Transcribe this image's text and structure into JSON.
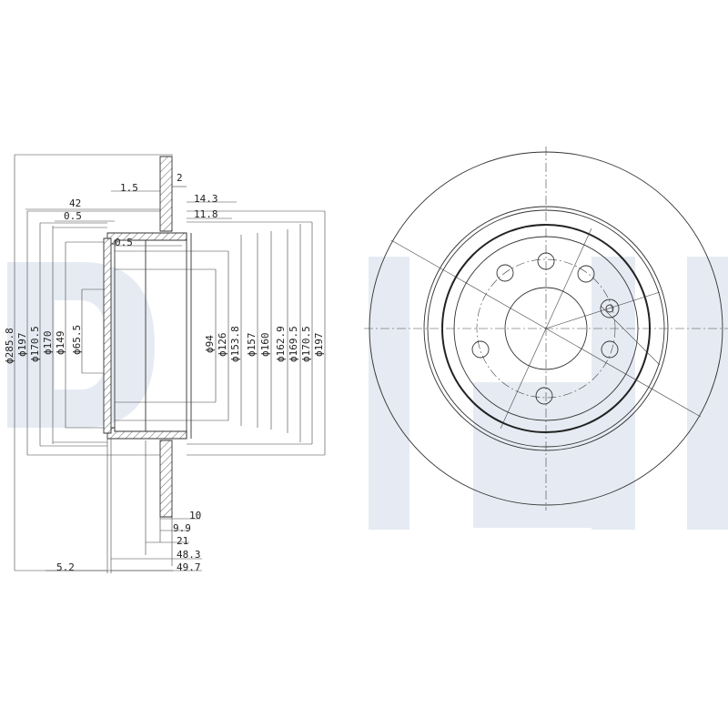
{
  "watermark": {
    "text": "Delphi",
    "color": "#e6ebf3"
  },
  "section_view": {
    "horizontal_dimensions": {
      "d_1_5": "1.5",
      "d_2": "2",
      "d_42": "42",
      "d_0_5_top": "0.5",
      "d_14_3": "14.3",
      "d_11_8": "11.8",
      "d_0_5_inner": "0.5",
      "d_10": "10",
      "d_9_9": "9.9",
      "d_21": "21",
      "d_48_3": "48.3",
      "d_49_7": "49.7",
      "d_5_2": "5.2"
    },
    "left_diameters": [
      "ϕ285.8",
      "ϕ197",
      "ϕ170.5",
      "ϕ170",
      "ϕ149",
      "ϕ65.5"
    ],
    "right_diameters": [
      "ϕ94",
      "ϕ126",
      "ϕ153.8",
      "ϕ157",
      "ϕ160",
      "ϕ162.9",
      "ϕ169.5",
      "ϕ170.5",
      "ϕ197"
    ]
  },
  "front_view": {
    "bolt_holes": 7,
    "center_bore": true
  }
}
